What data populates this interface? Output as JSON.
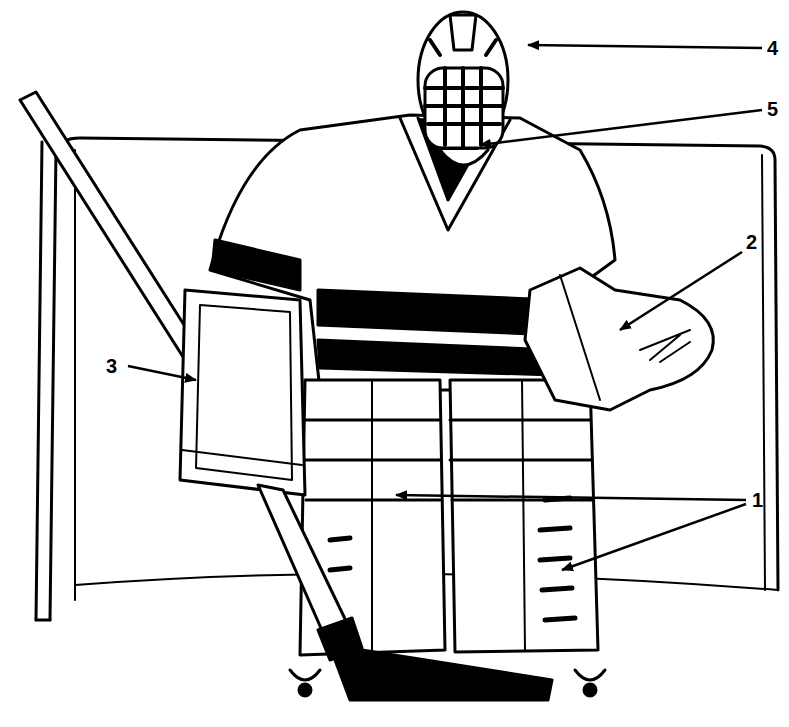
{
  "diagram": {
    "labels": [
      "4",
      "5",
      "2",
      "3",
      "1"
    ]
  }
}
